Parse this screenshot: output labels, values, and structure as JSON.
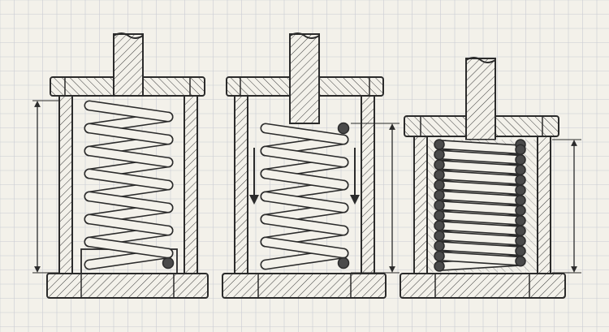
{
  "drawing": {
    "paper_color": "#f3f1ea",
    "grid_color": "#c9ccd2",
    "ink_color": "#2b2b2b",
    "figures": [
      {
        "state": "free",
        "coils": 7,
        "dimension_arrows": 1,
        "motion_arrows": 0
      },
      {
        "state": "compressing",
        "coils": 6,
        "dimension_arrows": 1,
        "motion_arrows": 2
      },
      {
        "state": "fully-compressed",
        "coils": 12,
        "dimension_arrows": 1,
        "motion_arrows": 0
      }
    ]
  }
}
